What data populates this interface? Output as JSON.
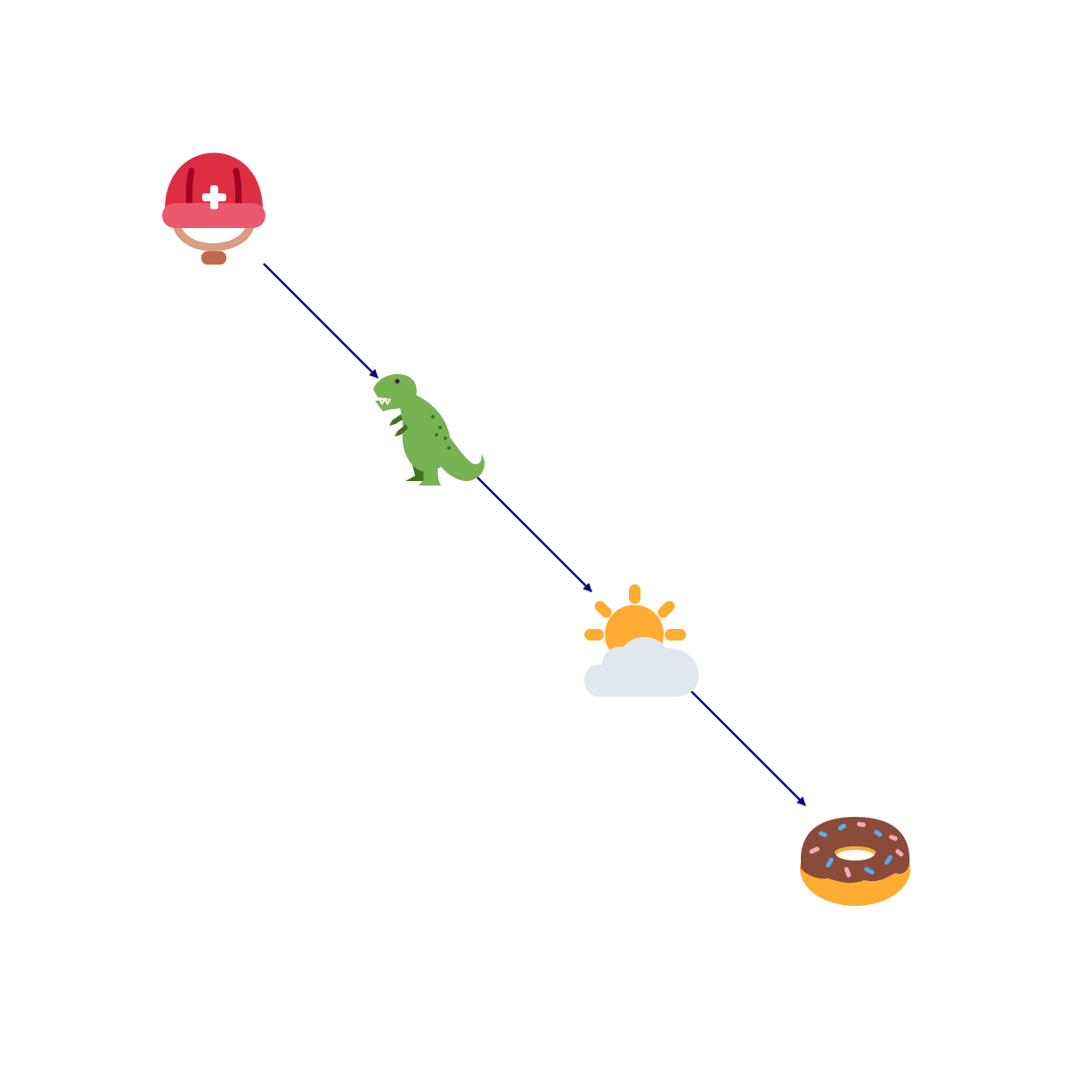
{
  "diagram": {
    "nodes": [
      {
        "id": "helmet",
        "icon": "rescue-worker-helmet-icon"
      },
      {
        "id": "trex",
        "icon": "t-rex-icon"
      },
      {
        "id": "sun-cloud",
        "icon": "sun-behind-cloud-icon"
      },
      {
        "id": "donut",
        "icon": "doughnut-icon"
      }
    ],
    "edges": [
      {
        "from": "helmet",
        "to": "trex"
      },
      {
        "from": "trex",
        "to": "sun-cloud"
      },
      {
        "from": "sun-cloud",
        "to": "donut"
      }
    ],
    "edge_color": "#00008b"
  }
}
